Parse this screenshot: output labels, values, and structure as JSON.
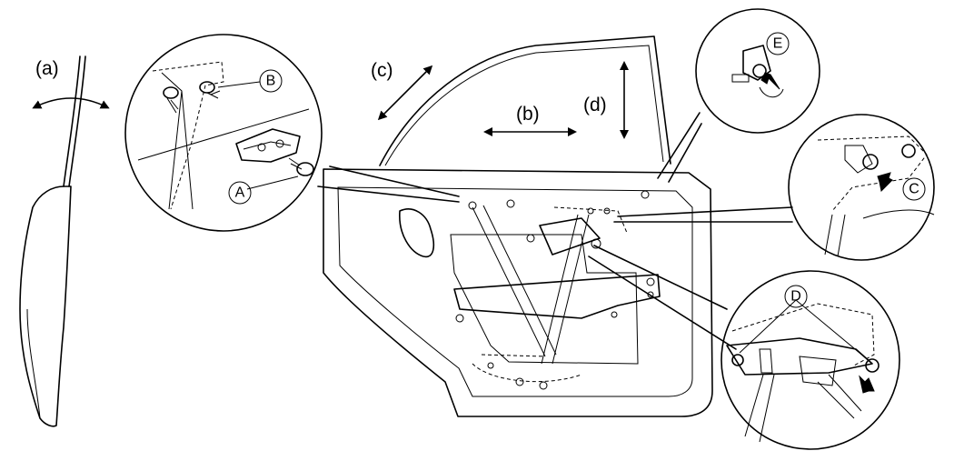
{
  "arrow_labels": {
    "a": "(a)",
    "b": "(b)",
    "c": "(c)",
    "d": "(d)"
  },
  "part_labels": {
    "A": "A",
    "B": "B",
    "C": "C",
    "D": "D",
    "E": "E"
  }
}
